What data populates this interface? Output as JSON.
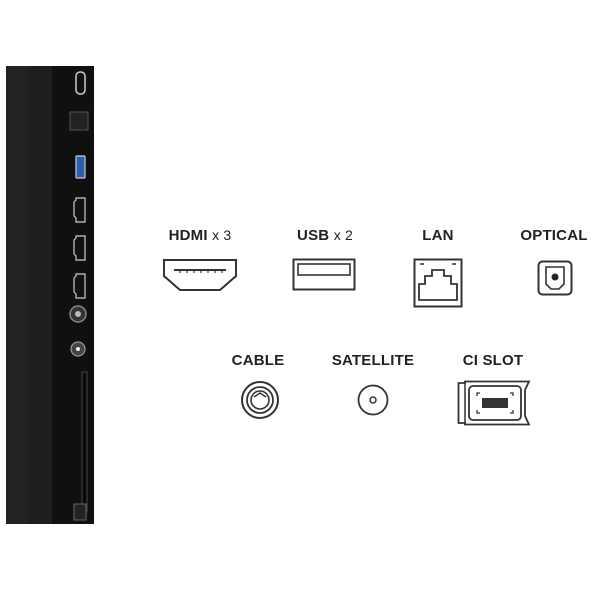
{
  "connectors_row1": [
    {
      "id": "hdmi",
      "label": "HDMI",
      "suffix": "x 3",
      "icon": "hdmi-icon"
    },
    {
      "id": "usb",
      "label": "USB",
      "suffix": "x 2",
      "icon": "usb-icon"
    },
    {
      "id": "lan",
      "label": "LAN",
      "suffix": "",
      "icon": "lan-icon"
    },
    {
      "id": "optical",
      "label": "OPTICAL",
      "suffix": "",
      "icon": "optical-icon"
    }
  ],
  "connectors_row2": [
    {
      "id": "cable",
      "label": "CABLE",
      "suffix": "",
      "icon": "cable-icon"
    },
    {
      "id": "satellite",
      "label": "SATELLITE",
      "suffix": "",
      "icon": "satellite-icon"
    },
    {
      "id": "ci_slot",
      "label": "CI SLOT",
      "suffix": "",
      "icon": "ci-slot-icon"
    }
  ],
  "colors": {
    "text": "#222222",
    "icon_stroke": "#333333",
    "tv_body": "#1a1a1a",
    "usb_blue": "#2a5fb0"
  }
}
